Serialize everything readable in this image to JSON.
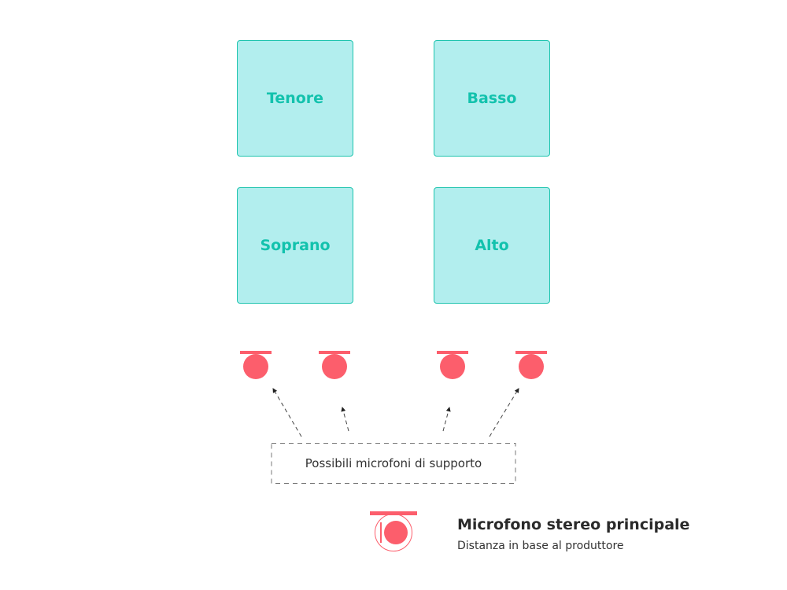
{
  "sections": [
    "Tenore",
    "Basso",
    "Soprano",
    "Alto"
  ],
  "note": "Possibili microfoni di supporto",
  "legend": {
    "title": "Microfono stereo principale",
    "subtitle": "Distanza in base al produttore"
  },
  "colors": {
    "section_fill": "#b2eeee",
    "section_border": "#1ec4ae",
    "section_text": "#13c2ad",
    "mic": "#fc5e6c"
  }
}
